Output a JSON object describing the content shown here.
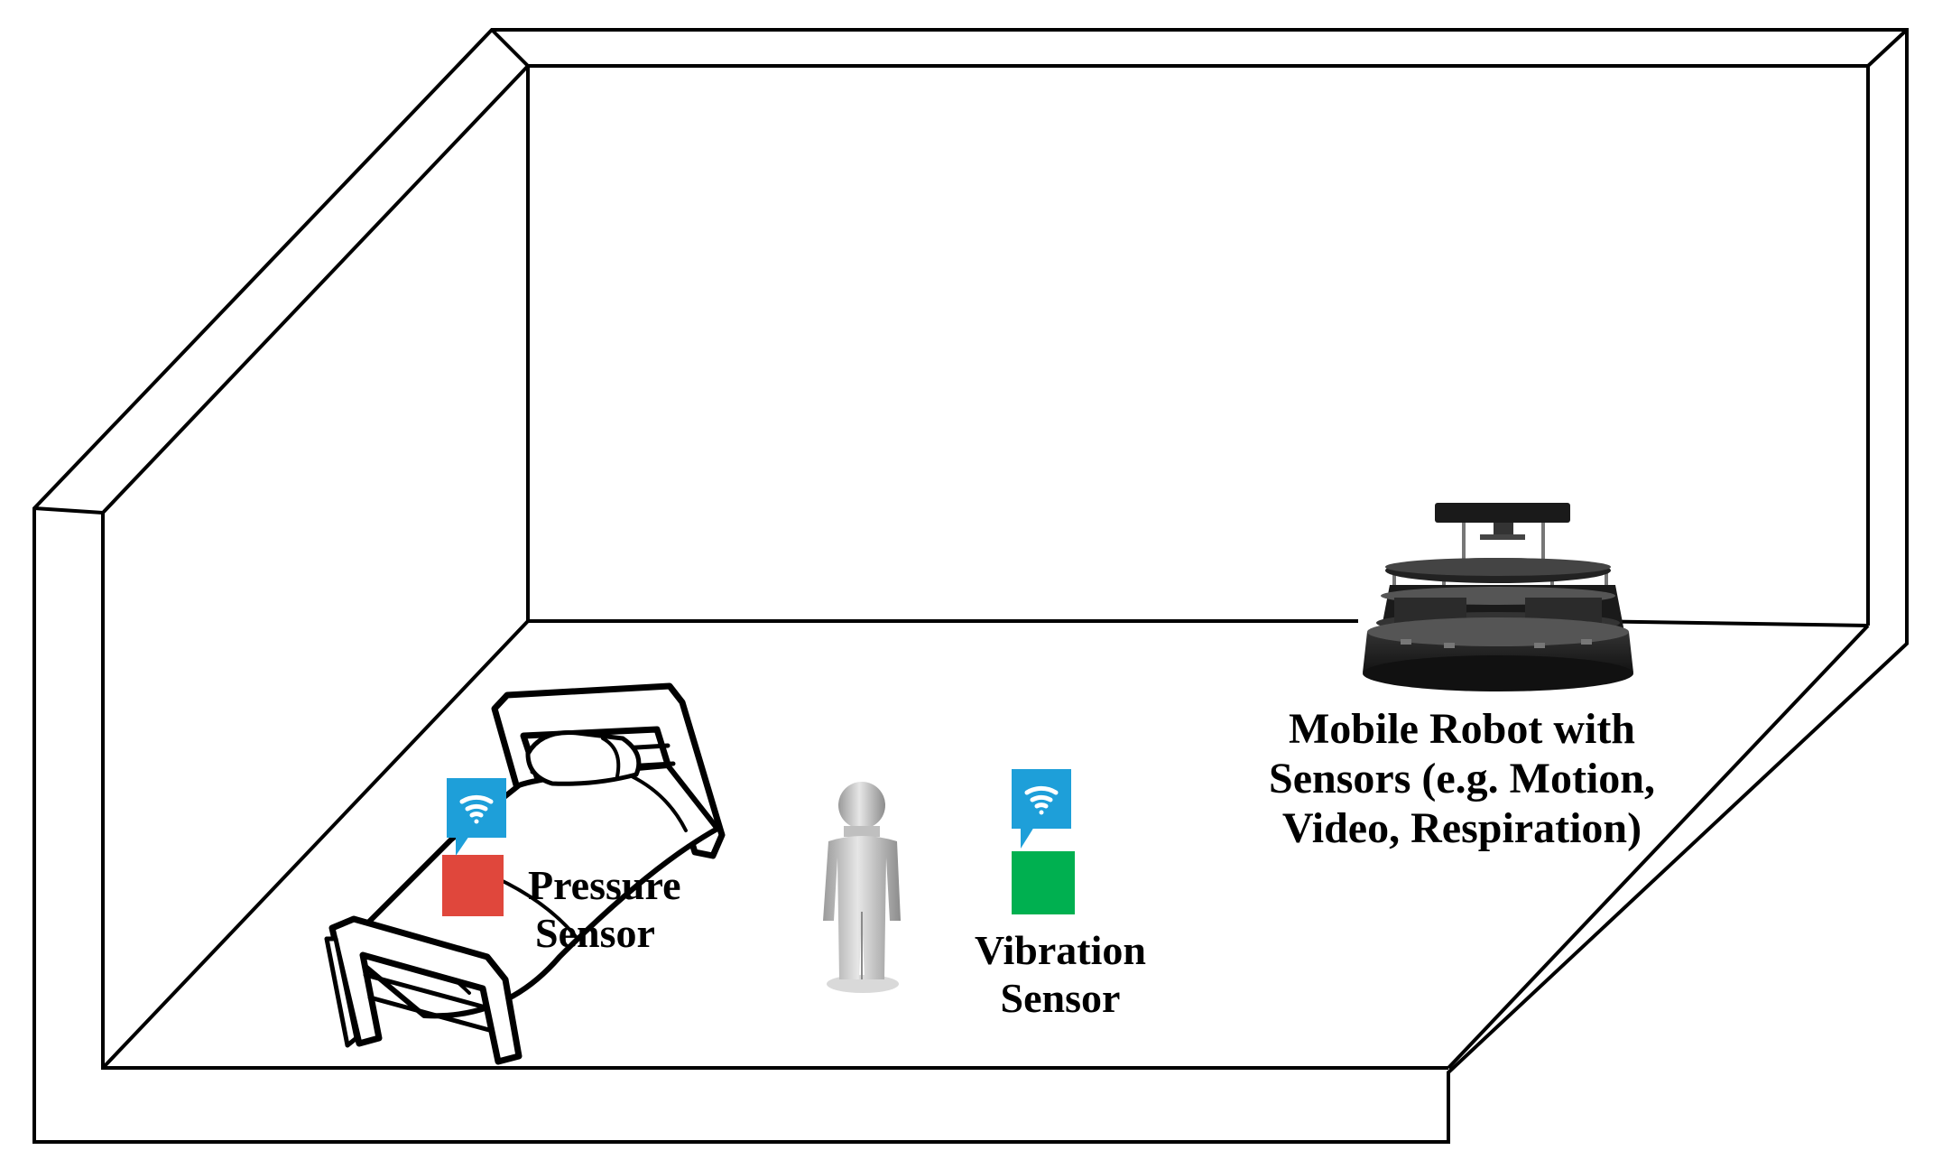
{
  "labels": {
    "pressure_sensor": [
      "Pressure",
      "Sensor"
    ],
    "vibration_sensor": [
      "Vibration",
      "Sensor"
    ],
    "mobile_robot": [
      "Mobile Robot with",
      "Sensors (e.g. Motion,",
      "Video, Respiration)"
    ]
  },
  "colors": {
    "pressure_sensor": "#e0473c",
    "vibration_sensor": "#00b050",
    "wifi_badge": "#1e9fd9",
    "outline": "#000000"
  },
  "icons": {
    "wifi": "wifi-icon",
    "person": "person-icon",
    "bed": "bed-icon",
    "robot": "robot-icon"
  }
}
